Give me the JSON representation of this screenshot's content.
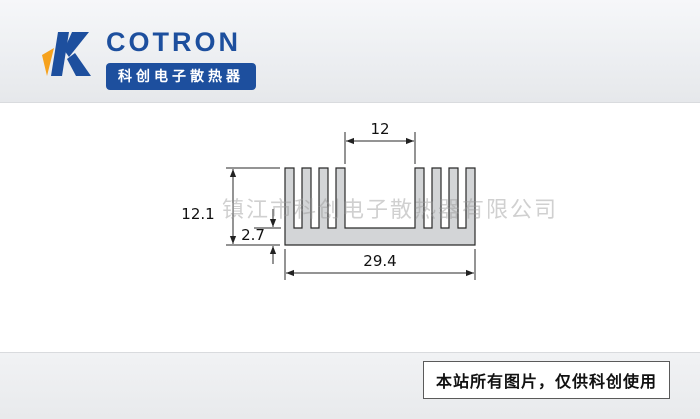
{
  "logo": {
    "brand": "COTRON",
    "subtitle": "科创电子散热器"
  },
  "watermark": "镇江市科创电子散热器有限公司",
  "footer": {
    "notice": "本站所有图片，仅供科创使用"
  },
  "drawing": {
    "type": "heatsink-extrusion-cross-section",
    "dims": {
      "channel_width": "12",
      "overall_height": "12.1",
      "base_thickness": "2.7",
      "overall_width": "29.4"
    }
  },
  "colors": {
    "brand_blue": "#1d4f9e",
    "accent_orange": "#f6a21d",
    "metal_fill": "#d3d5d7",
    "line": "#2a2a2a"
  }
}
